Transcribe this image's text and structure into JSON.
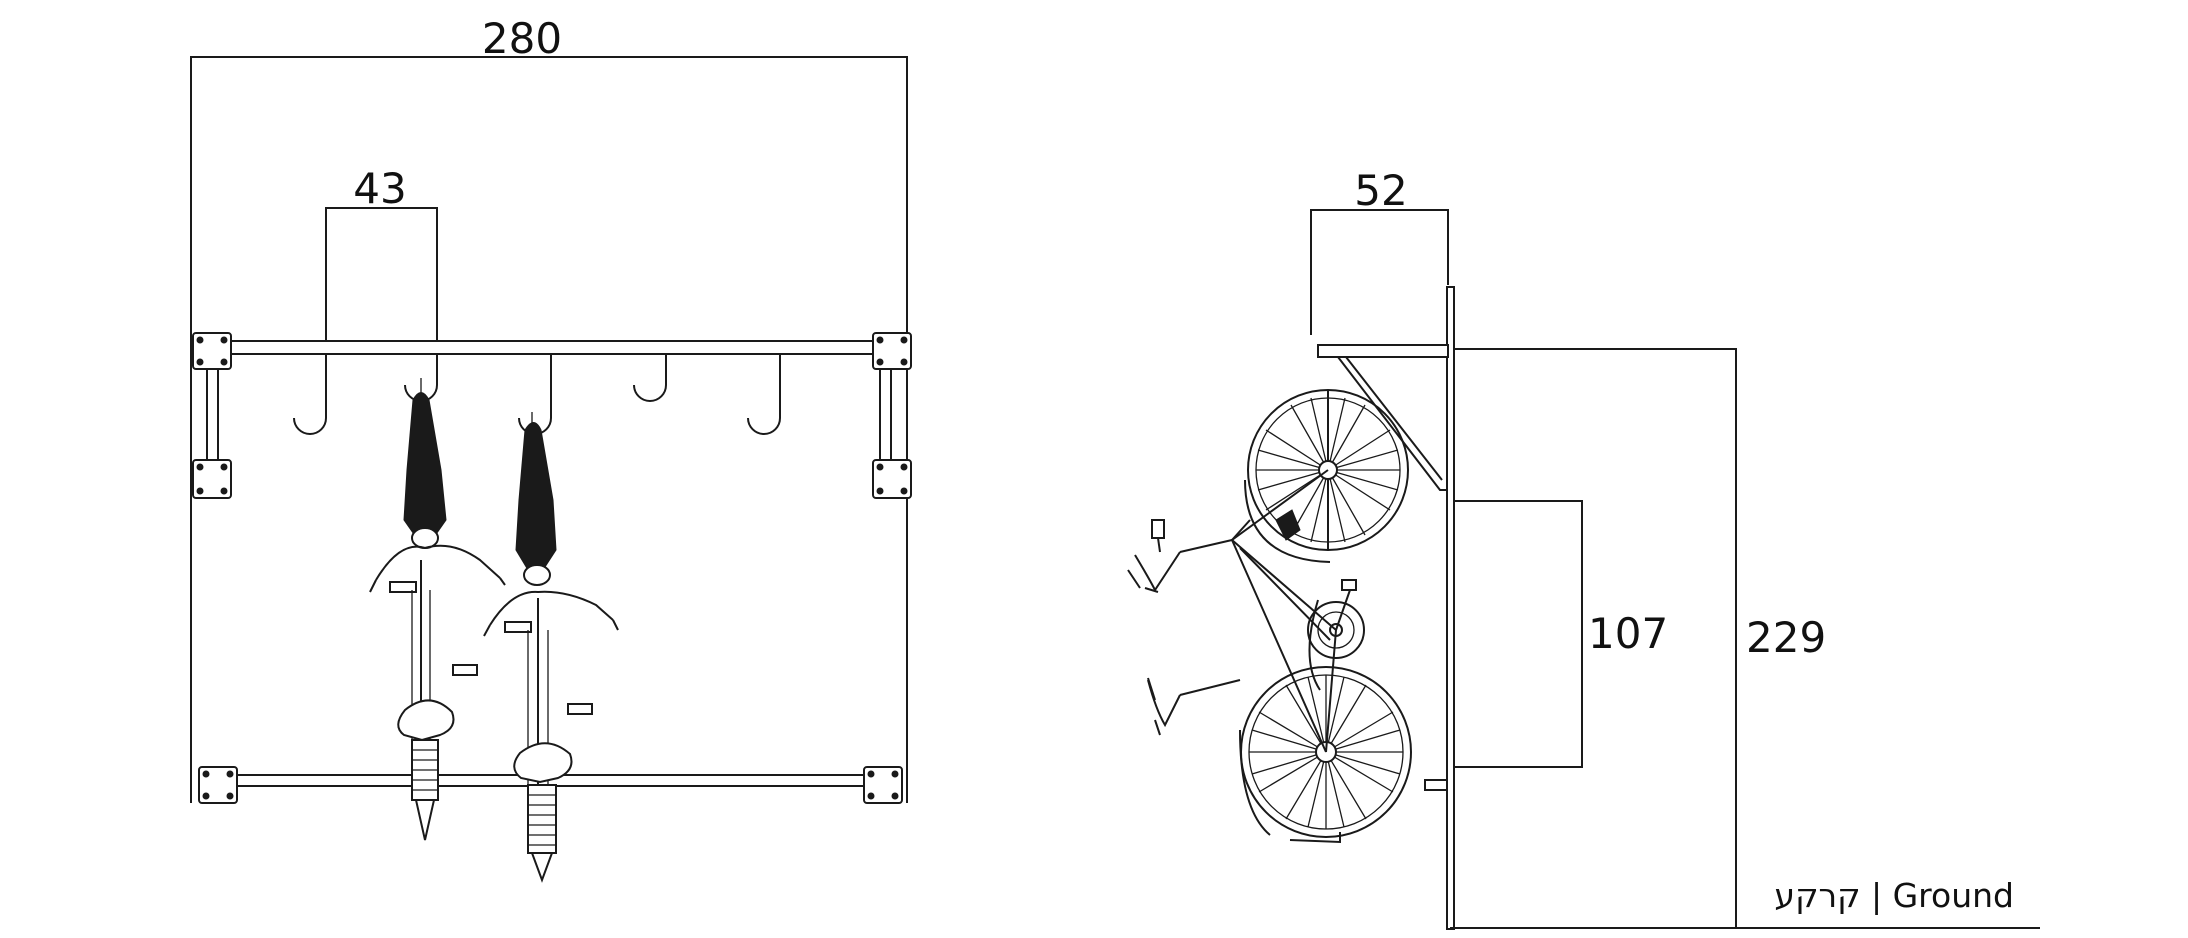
{
  "dimensions": {
    "total_width": "280",
    "hook_spacing": "43",
    "rack_depth": "52",
    "lower_height": "107",
    "total_height": "229"
  },
  "ground_label": "קרקע | Ground",
  "colors": {
    "line": "#1a1a1a",
    "background": "#ffffff"
  }
}
